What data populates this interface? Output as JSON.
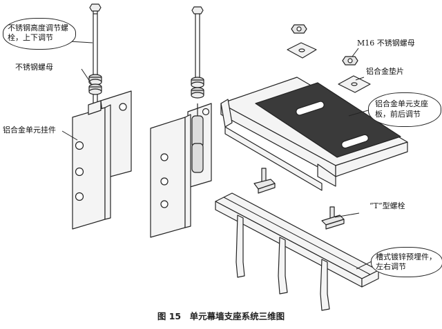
{
  "labels": {
    "bolt": "不锈钢高度调节螺栓，上下调节",
    "nut": "不锈钢螺母",
    "hanger": "铝合金单元挂件",
    "m16_nut": "M16 不锈钢螺母",
    "washer": "铝合金垫片",
    "support_plate": "铝合金单元支座板，前后调节",
    "t_bolt": "“T”型螺栓",
    "embed": "槽式镀锌预埋件，左右调节"
  },
  "caption": "图 15　单元幕墙支座系统三维图",
  "colors": {
    "line": "#222222",
    "fill": "#f4f4f4",
    "pad": "#3a3a3a",
    "bg": "#ffffff"
  }
}
